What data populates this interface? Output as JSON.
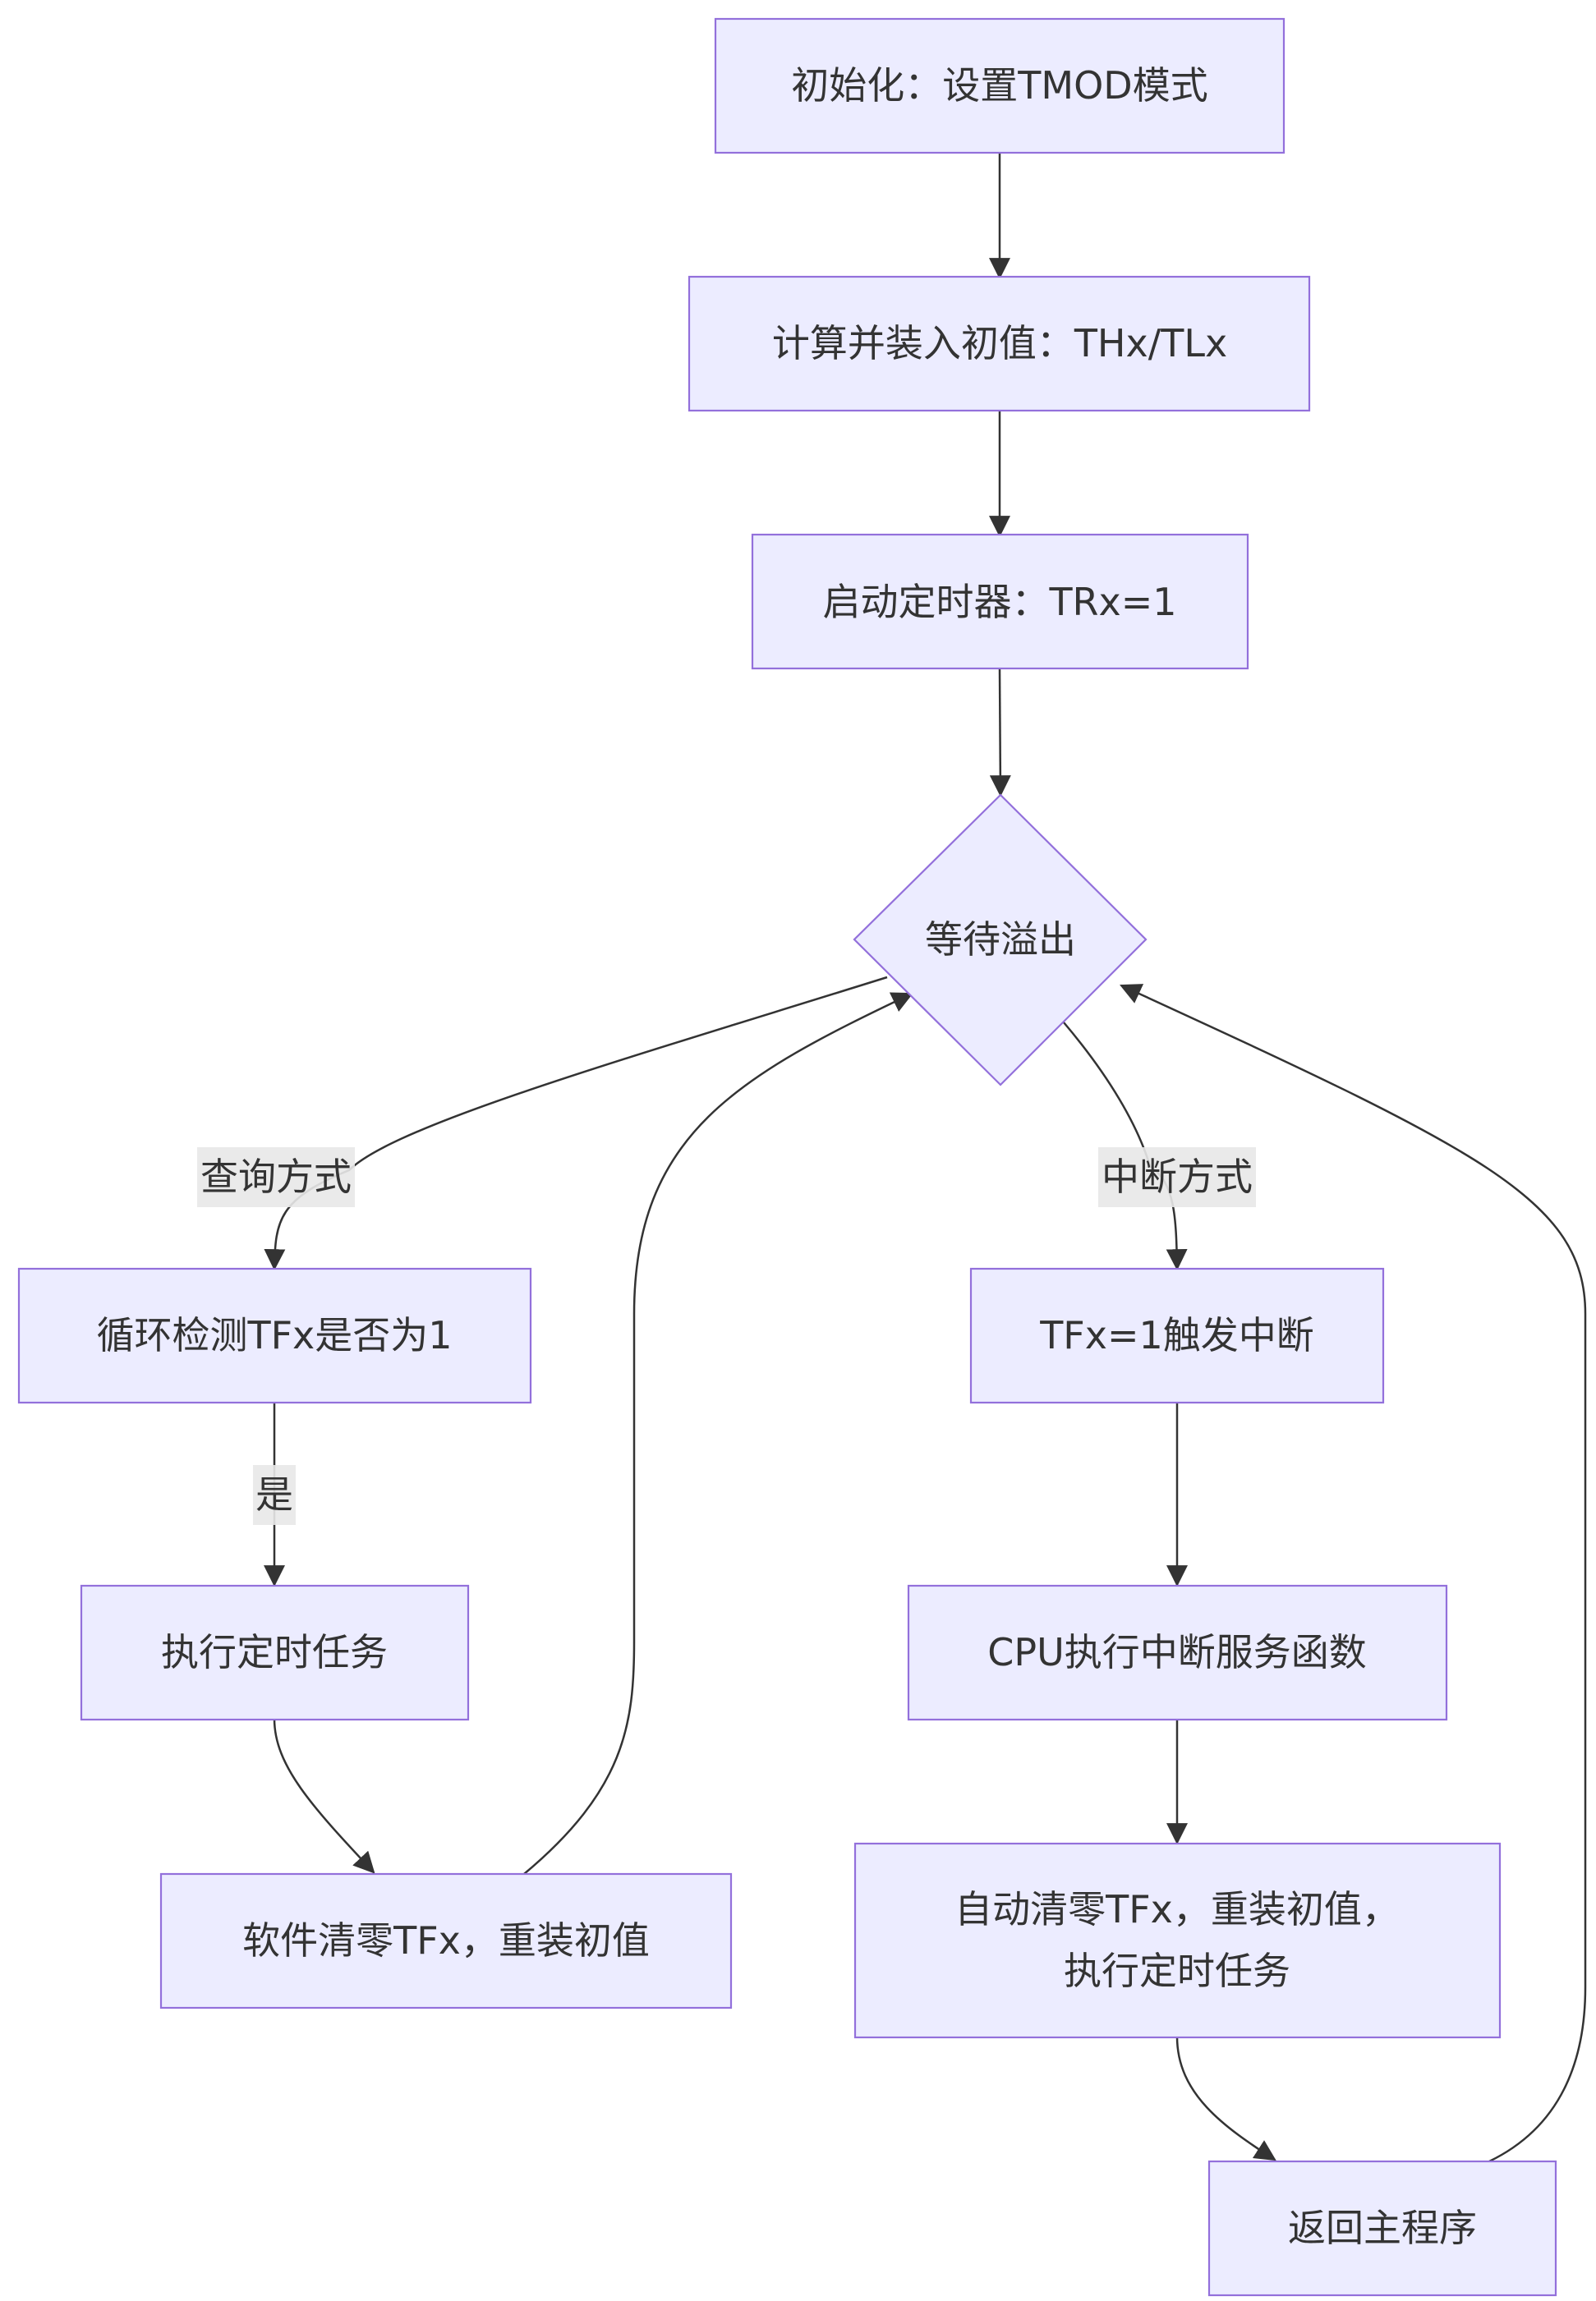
{
  "nodes": {
    "init": "初始化：设置TMOD模式",
    "load": "计算并装入初值：THx/TLx",
    "start": "启动定时器：TRx=1",
    "wait": "等待溢出",
    "poll_check": "循环检测TFx是否为1",
    "poll_task": "执行定时任务",
    "poll_clear": "软件清零TFx，重装初值",
    "int_trigger": "TFx=1触发中断",
    "int_isr": "CPU执行中断服务函数",
    "int_clear_line1": "自动清零TFx，重装初值，",
    "int_clear_line2": "执行定时任务",
    "int_return": "返回主程序"
  },
  "edge_labels": {
    "poll_mode": "查询方式",
    "int_mode": "中断方式",
    "yes": "是"
  },
  "colors": {
    "node_fill": "#ececff",
    "node_stroke": "#9370db",
    "edge": "#333333",
    "label_bg": "#e8e8e8",
    "text": "#333333"
  }
}
